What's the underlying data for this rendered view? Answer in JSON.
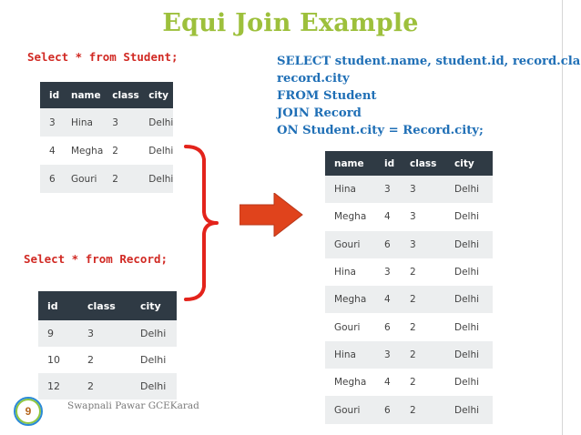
{
  "title": "Equi Join Example",
  "query_student": "Select * from Student;",
  "query_record": "Select * from Record;",
  "sql_lines": [
    "SELECT student.name, student.id, record.class,",
    "record.city",
    "FROM Student",
    "JOIN Record",
    "ON Student.city = Record.city;"
  ],
  "student_table": {
    "headers": [
      "id",
      "name",
      "class",
      "city"
    ],
    "rows": [
      [
        "3",
        "Hina",
        "3",
        "Delhi"
      ],
      [
        "4",
        "Megha",
        "2",
        "Delhi"
      ],
      [
        "6",
        "Gouri",
        "2",
        "Delhi"
      ]
    ]
  },
  "record_table": {
    "headers": [
      "id",
      "class",
      "city"
    ],
    "rows": [
      [
        "9",
        "3",
        "Delhi"
      ],
      [
        "10",
        "2",
        "Delhi"
      ],
      [
        "12",
        "2",
        "Delhi"
      ]
    ]
  },
  "result_table": {
    "headers": [
      "name",
      "id",
      "class",
      "city"
    ],
    "rows": [
      [
        "Hina",
        "3",
        "3",
        "Delhi"
      ],
      [
        "Megha",
        "4",
        "3",
        "Delhi"
      ],
      [
        "Gouri",
        "6",
        "3",
        "Delhi"
      ],
      [
        "Hina",
        "3",
        "2",
        "Delhi"
      ],
      [
        "Megha",
        "4",
        "2",
        "Delhi"
      ],
      [
        "Gouri",
        "6",
        "2",
        "Delhi"
      ],
      [
        "Hina",
        "3",
        "2",
        "Delhi"
      ],
      [
        "Megha",
        "4",
        "2",
        "Delhi"
      ],
      [
        "Gouri",
        "6",
        "2",
        "Delhi"
      ]
    ]
  },
  "page_number": "9",
  "footer_text": "Swapnali Pawar GCEKarad",
  "colors": {
    "title": "#9dc03c",
    "code": "#d12a24",
    "sql": "#1f6fb6",
    "table_header": "#2f3a44",
    "row_stripe": "#eceeef",
    "arrow": "#e0431c"
  },
  "icons": [
    "brace-icon",
    "right-arrow-icon"
  ]
}
